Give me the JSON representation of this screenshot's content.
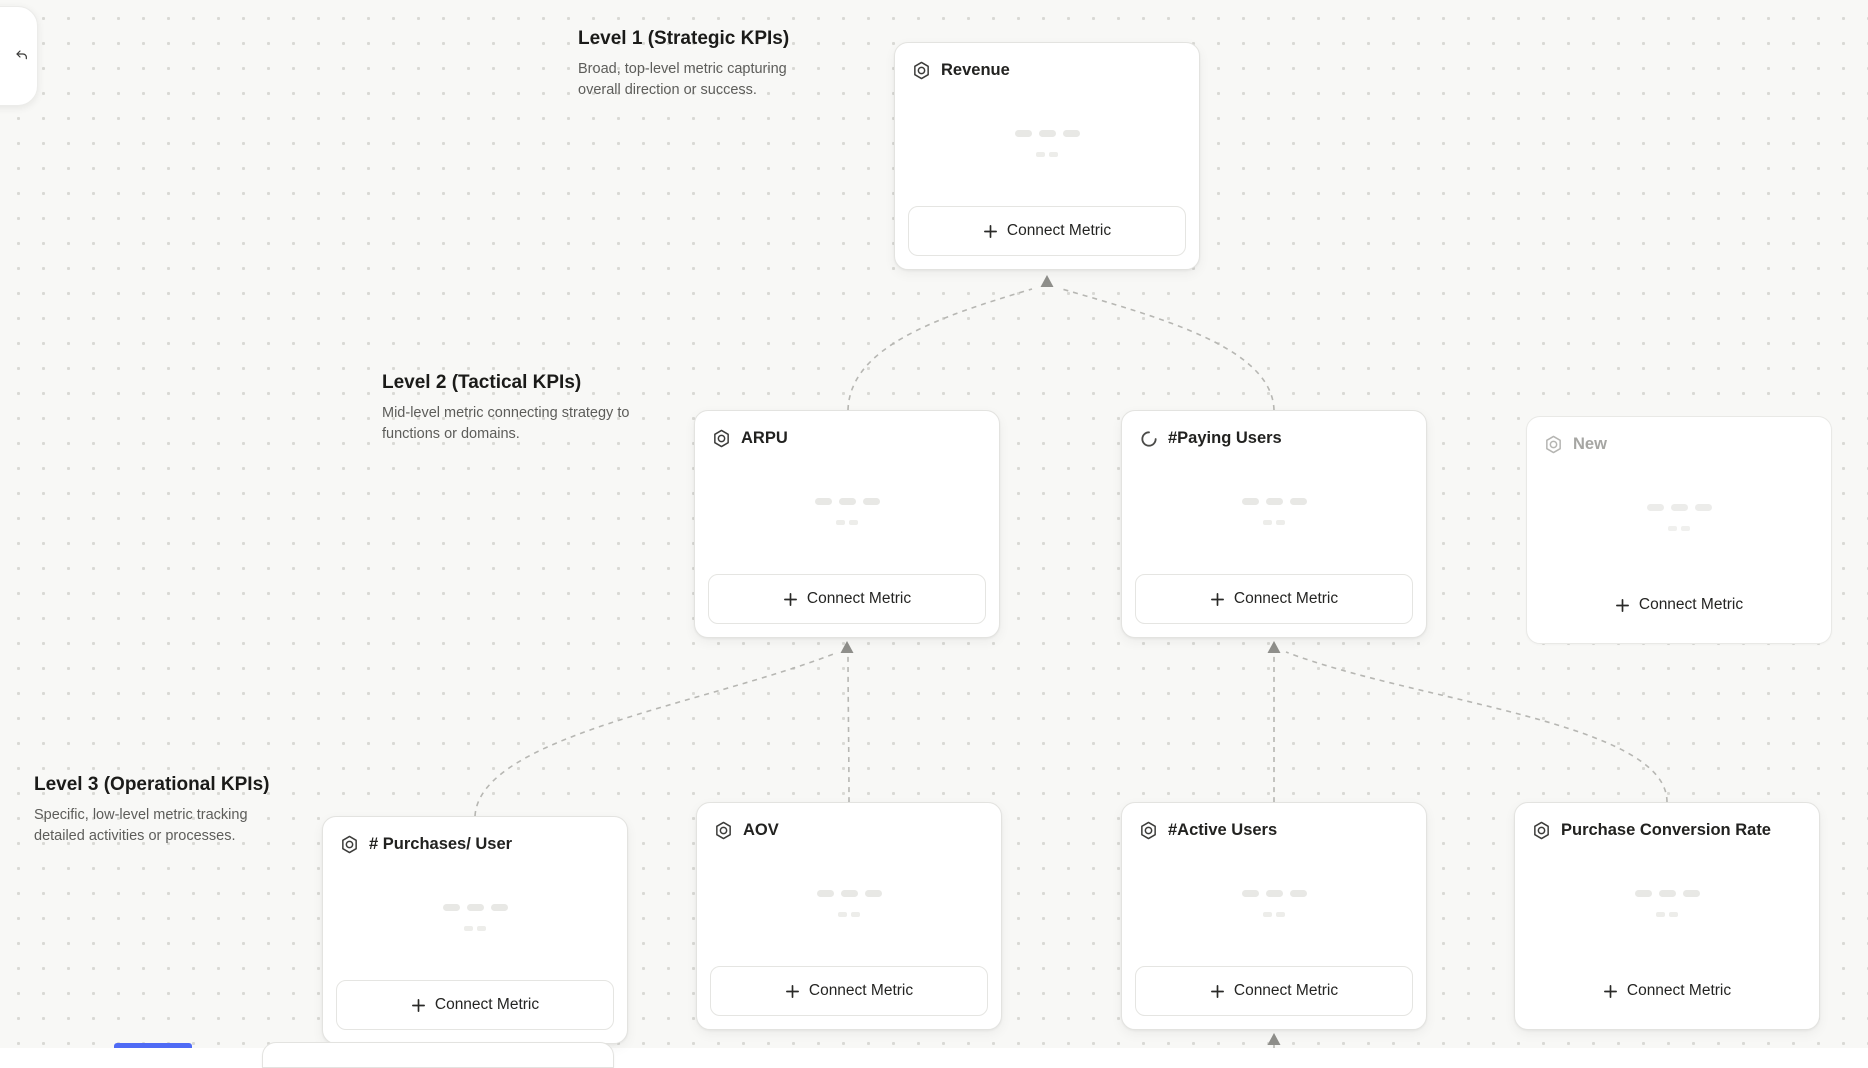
{
  "levels": [
    {
      "title": "Level 1 (Strategic KPIs)",
      "description": "Broad, top-level metric capturing overall direction or success."
    },
    {
      "title": "Level 2 (Tactical KPIs)",
      "description": "Mid-level metric connecting strategy to functions or domains."
    },
    {
      "title": "Level 3 (Operational KPIs)",
      "description": "Specific, low-level metric tracking detailed activities or processes."
    }
  ],
  "nodes": [
    {
      "id": "revenue",
      "label": "Revenue",
      "icon": "hexagon-metric-icon",
      "level": 1,
      "button_label": "Connect Metric"
    },
    {
      "id": "arpu",
      "label": "ARPU",
      "icon": "hexagon-metric-icon",
      "level": 2,
      "button_label": "Connect Metric"
    },
    {
      "id": "paying-users",
      "label": "#Paying Users",
      "icon": "spinner-icon",
      "level": 2,
      "button_label": "Connect Metric"
    },
    {
      "id": "new",
      "label": "New",
      "icon": "hexagon-metric-icon",
      "level": 2,
      "state": "draft",
      "button_label": "Connect Metric"
    },
    {
      "id": "purchases-per-user",
      "label": "# Purchases/ User",
      "icon": "hexagon-metric-icon",
      "level": 3,
      "button_label": "Connect Metric"
    },
    {
      "id": "aov",
      "label": "AOV",
      "icon": "hexagon-metric-icon",
      "level": 3,
      "button_label": "Connect Metric"
    },
    {
      "id": "active-users",
      "label": "#Active Users",
      "icon": "hexagon-metric-icon",
      "level": 3,
      "button_label": "Connect Metric"
    },
    {
      "id": "purchase-conversion-rate",
      "label": "Purchase Conversion Rate",
      "icon": "hexagon-metric-icon",
      "level": 3,
      "button_label": "Connect Metric"
    }
  ],
  "edges": [
    {
      "from": "arpu",
      "to": "revenue"
    },
    {
      "from": "paying-users",
      "to": "revenue"
    },
    {
      "from": "purchases-per-user",
      "to": "arpu"
    },
    {
      "from": "aov",
      "to": "arpu"
    },
    {
      "from": "active-users",
      "to": "paying-users"
    },
    {
      "from": "purchase-conversion-rate",
      "to": "paying-users"
    },
    {
      "from": "offscreen-node-below",
      "to": "active-users"
    }
  ],
  "colors": {
    "canvas_bg": "#f8f8f6",
    "dot_grid": "#d9d9d5",
    "card_border": "#e3e3e0",
    "connector": "#b7b7b3",
    "accent_blue": "#4f6bf5",
    "text_primary": "#1b1b19",
    "text_secondary": "#5d5d5a",
    "skeleton": "#e8e8e5"
  }
}
